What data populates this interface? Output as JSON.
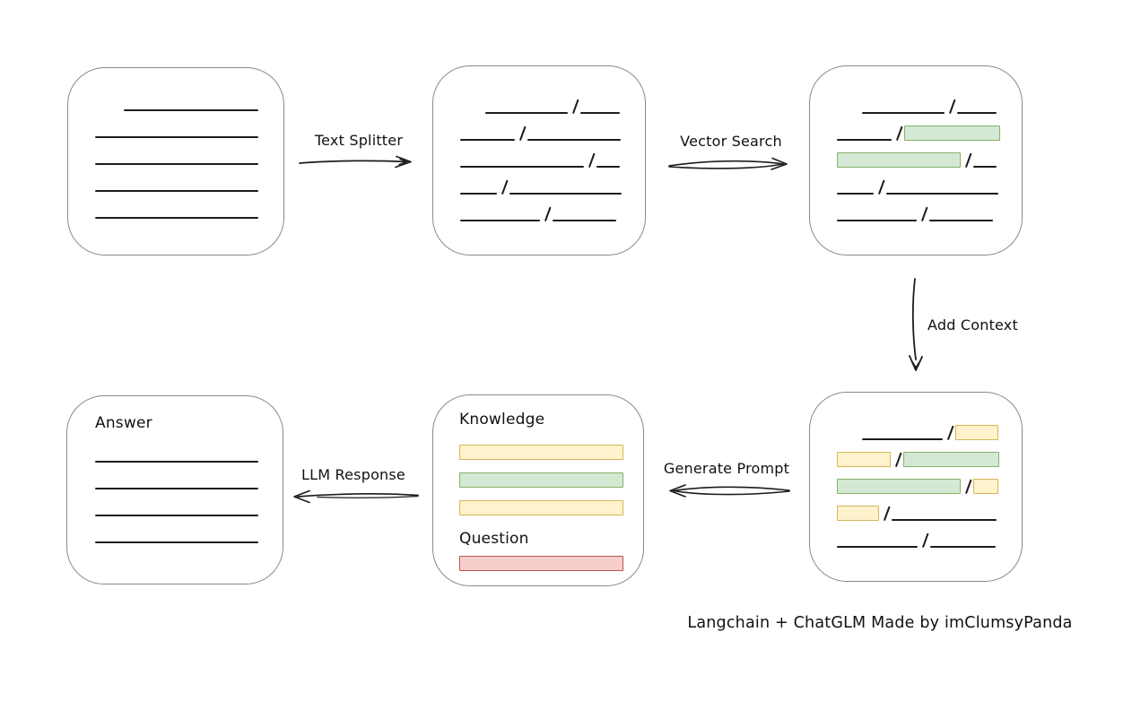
{
  "caption": "Langchain + ChatGLM Made by imClumsyPanda",
  "colors": {
    "bg": "#ffffff",
    "box_stroke": "#8a8a8a",
    "line": "#1c1c1c",
    "text": "#111111",
    "green_fill": "#d5e8d4",
    "green_stroke": "#82b366",
    "yellow_fill": "#fff2cc",
    "yellow_stroke": "#d6b656",
    "red_fill": "#f8cecc",
    "red_stroke": "#b85450"
  },
  "arrows": {
    "text_splitter": {
      "label": "Text Splitter",
      "direction": "right"
    },
    "vector_search": {
      "label": "Vector Search",
      "direction": "right"
    },
    "add_context": {
      "label": "Add Context",
      "direction": "down"
    },
    "generate_prompt": {
      "label": "Generate Prompt",
      "direction": "left"
    },
    "llm_response": {
      "label": "LLM Response",
      "direction": "left"
    }
  },
  "nodes": {
    "document": {
      "lines": [
        {
          "indent": 32,
          "w": 150
        },
        {
          "w": 182
        },
        {
          "w": 182
        },
        {
          "w": 182
        },
        {
          "w": 182
        }
      ]
    },
    "chunks": {
      "rows": [
        {
          "indent": 28,
          "segs": [
            {
              "k": "line",
              "w": 92
            },
            {
              "k": "slash"
            },
            {
              "k": "line",
              "w": 44
            }
          ]
        },
        {
          "segs": [
            {
              "k": "line",
              "w": 61
            },
            {
              "k": "slash"
            },
            {
              "k": "line",
              "w": 104
            }
          ]
        },
        {
          "segs": [
            {
              "k": "line",
              "w": 138
            },
            {
              "k": "slash"
            },
            {
              "k": "line",
              "w": 26
            }
          ]
        },
        {
          "segs": [
            {
              "k": "line",
              "w": 41
            },
            {
              "k": "slash"
            },
            {
              "k": "line",
              "w": 125
            }
          ]
        },
        {
          "segs": [
            {
              "k": "line",
              "w": 89
            },
            {
              "k": "slash"
            },
            {
              "k": "line",
              "w": 71
            }
          ]
        }
      ]
    },
    "matched": {
      "rows": [
        {
          "indent": 28,
          "segs": [
            {
              "k": "line",
              "w": 92
            },
            {
              "k": "slash"
            },
            {
              "k": "line",
              "w": 44
            }
          ]
        },
        {
          "segs": [
            {
              "k": "line",
              "w": 61
            },
            {
              "k": "slash"
            },
            {
              "k": "green",
              "w": 107
            }
          ]
        },
        {
          "segs": [
            {
              "k": "green",
              "w": 138
            },
            {
              "k": "slash"
            },
            {
              "k": "line",
              "w": 26
            }
          ]
        },
        {
          "segs": [
            {
              "k": "line",
              "w": 41
            },
            {
              "k": "slash"
            },
            {
              "k": "line",
              "w": 125
            }
          ]
        },
        {
          "segs": [
            {
              "k": "line",
              "w": 89
            },
            {
              "k": "slash"
            },
            {
              "k": "line",
              "w": 71
            }
          ]
        }
      ]
    },
    "context": {
      "rows": [
        {
          "indent": 28,
          "segs": [
            {
              "k": "line",
              "w": 90
            },
            {
              "k": "slash"
            },
            {
              "k": "yellow",
              "w": 48
            }
          ]
        },
        {
          "segs": [
            {
              "k": "yellow",
              "w": 60
            },
            {
              "k": "slash"
            },
            {
              "k": "green",
              "w": 107
            }
          ]
        },
        {
          "segs": [
            {
              "k": "green",
              "w": 138
            },
            {
              "k": "slash"
            },
            {
              "k": "yellow",
              "w": 28
            }
          ]
        },
        {
          "segs": [
            {
              "k": "yellow",
              "w": 47
            },
            {
              "k": "slash"
            },
            {
              "k": "line",
              "w": 117
            }
          ]
        },
        {
          "segs": [
            {
              "k": "line",
              "w": 90
            },
            {
              "k": "slash"
            },
            {
              "k": "line",
              "w": 73
            }
          ]
        }
      ]
    },
    "prompt": {
      "knowledge_label": "Knowledge",
      "question_label": "Question",
      "knowledge_bars": [
        "yellow",
        "green",
        "yellow"
      ],
      "question_bar": "red"
    },
    "answer": {
      "label": "Answer",
      "lines": [
        {
          "w": 182
        },
        {
          "w": 182
        },
        {
          "w": 182
        },
        {
          "w": 182
        }
      ]
    }
  }
}
